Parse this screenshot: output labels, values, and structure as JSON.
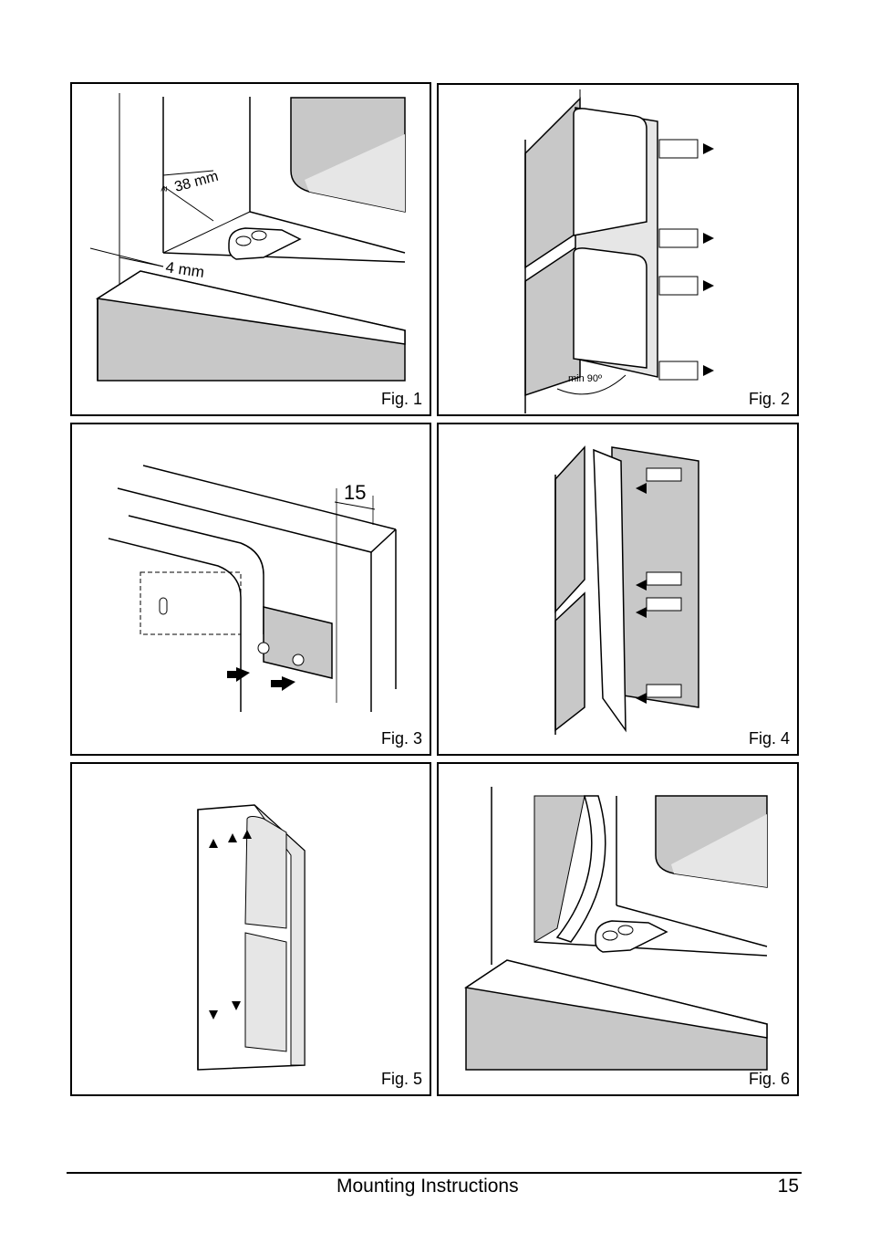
{
  "figures": [
    {
      "id": "fig1",
      "label": "Fig. 1",
      "annotations": {
        "dim_a": "38 mm",
        "dim_a_prefix": "≥",
        "dim_b": "4 mm"
      }
    },
    {
      "id": "fig2",
      "label": "Fig. 2",
      "annotations": {
        "angle": "min 90º"
      }
    },
    {
      "id": "fig3",
      "label": "Fig. 3",
      "annotations": {
        "dim": "15"
      }
    },
    {
      "id": "fig4",
      "label": "Fig. 4"
    },
    {
      "id": "fig5",
      "label": "Fig. 5"
    },
    {
      "id": "fig6",
      "label": "Fig. 6"
    }
  ],
  "footer": {
    "title": "Mounting Instructions",
    "page": "15"
  },
  "colors": {
    "shade": "#c8c8c8",
    "line": "#000000",
    "mid_shade": "#a9a9a9"
  }
}
